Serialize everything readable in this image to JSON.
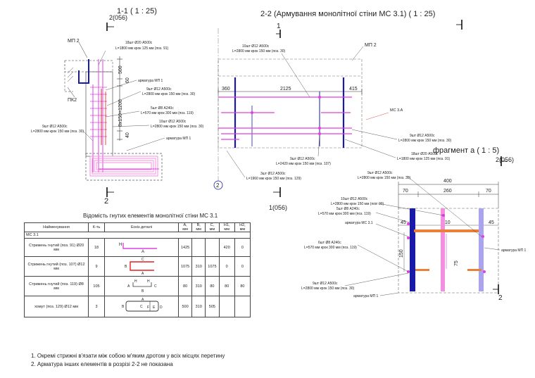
{
  "titles": {
    "section_1": "1-1 ( 1 : 25)",
    "section_2": "2-2 (Армування монолітної стіни МС 3.1) ( 1 : 25)",
    "fragment": "фрагмент а ( 1 : 5)"
  },
  "section_1": {
    "cut_ref_top": "2(056)",
    "cut_ref_bottom": "2",
    "mp2": "МП 2",
    "pk2": "ПК2",
    "dims": [
      "500",
      "60",
      "8х150=1200",
      "40"
    ],
    "callouts": [
      {
        "l1": "18шт Ø20 А500с",
        "l2": "L=1800 мм крок 125 мм (поз. 91)"
      },
      {
        "l1": "арматура МП 1",
        "l2": ""
      },
      {
        "l1": "9шт Ø12 А500с",
        "l2": "L=2800 мм крок 150 мм (поз. 30)"
      },
      {
        "l1": "5шт Ø8 А240с",
        "l2": "L=570 мм крок 300 мм (поз. 119)"
      },
      {
        "l1": "10шт Ø12 А500с",
        "l2": "L=2800 мм крок 150 мм (поз. 30)"
      },
      {
        "l1": "9шт Ø12 А500с",
        "l2": "L=2800 мм крок 150 мм (поз. 30)"
      },
      {
        "l1": "арматура МП 1",
        "l2": ""
      }
    ]
  },
  "section_2": {
    "cut_ref_top": "1",
    "cut_ref_bottom": "1(056)",
    "axis": "2",
    "mp2": "МП 2",
    "ms": "МС 3.А",
    "dims": [
      "360",
      "2125",
      "415"
    ],
    "callouts": [
      {
        "l1": "10шт Ø12 А500с",
        "l2": "L=2800 мм крок 150 мм (поз. 30)"
      },
      {
        "l1": "9шт Ø12 А500с",
        "l2": "L=2800 мм крок 150 мм (поз. 30)"
      },
      {
        "l1": "18шт Ø20 А500с",
        "l2": "L=1800 мм крок 125 мм (поз. 91)"
      },
      {
        "l1": "9шт Ø12 А500с",
        "l2": "L=2420 мм крок 150 мм (поз. 107)"
      },
      {
        "l1": "3шт Ø12 А500с",
        "l2": "L=1960 мм крок 150 мм (поз. 129)"
      }
    ]
  },
  "fragment": {
    "cut_ref_top": "2(056)",
    "cut_ref_bottom": "2",
    "dims_top": [
      "400",
      "70",
      "260",
      "70"
    ],
    "dims_inner": [
      "45",
      "310",
      "45",
      "150",
      "75"
    ],
    "callouts": [
      {
        "l1": "9шт Ø12 А500с",
        "l2": "L=2800 мм крок 150 мм (поз. 30)"
      },
      {
        "l1": "10шт Ø12 А500с",
        "l2": "L=2800 мм крок 150 мм (поз. 30)"
      },
      {
        "l1": "5шт Ø8 А240с",
        "l2": "L=570 мм крок 300 мм (поз. 119)"
      },
      {
        "l1": "арматура МС 3.1",
        "l2": ""
      },
      {
        "l1": "6шт Ø8 А240с",
        "l2": "L=570 мм крок 300 мм (поз. 119)"
      },
      {
        "l1": "9шт Ø12 А500с",
        "l2": "L=2800 мм крок 150 мм (поз. 30)"
      },
      {
        "l1": "арматура МП 1",
        "l2": ""
      },
      {
        "l1": "арматура МП 1",
        "l2": ""
      }
    ]
  },
  "table": {
    "title": "Відомість гнутих елементів монолітної стіни МС 3.1",
    "headers": [
      "Найменування",
      "К-ть",
      "Ескіз деталі",
      "A, мм",
      "B, мм",
      "C, мм",
      "H1, мм",
      "H2, мм"
    ],
    "group": "МС 3.1",
    "rows": [
      {
        "name": "Стрижень гнутий (поз. 91) Ø20 мм",
        "qty": "18",
        "A": "1425",
        "B": "",
        "C": "",
        "H1": "420",
        "H2": "0"
      },
      {
        "name": "Стрижень гнутий (поз. 107) Ø12 мм",
        "qty": "9",
        "A": "1075",
        "B": "310",
        "C": "1075",
        "H1": "0",
        "H2": "0"
      },
      {
        "name": "Стрижень гнутий (поз. 119) Ø8 мм",
        "qty": "105",
        "A": "80",
        "B": "310",
        "C": "80",
        "H1": "80",
        "H2": "80"
      },
      {
        "name": "хомут (поз. 129) Ø12 мм",
        "qty": "3",
        "A": "500",
        "B": "310",
        "C": "505",
        "H1": "",
        "H2": ""
      }
    ]
  },
  "notes": [
    "1. Окремі стрижні в'язати між собою м'яким дротом у всіх місцях перетину",
    "2. Арматура інших елементів в розрізі 2-2 не показана"
  ],
  "colors": {
    "line": "#333333",
    "rebar_blue": "#1a1aa8",
    "rebar_magenta": "#e040e0",
    "rebar_orange": "#e8803a",
    "rebar_pink": "#f48fe0",
    "rebar_lilac": "#a9a3f0"
  }
}
